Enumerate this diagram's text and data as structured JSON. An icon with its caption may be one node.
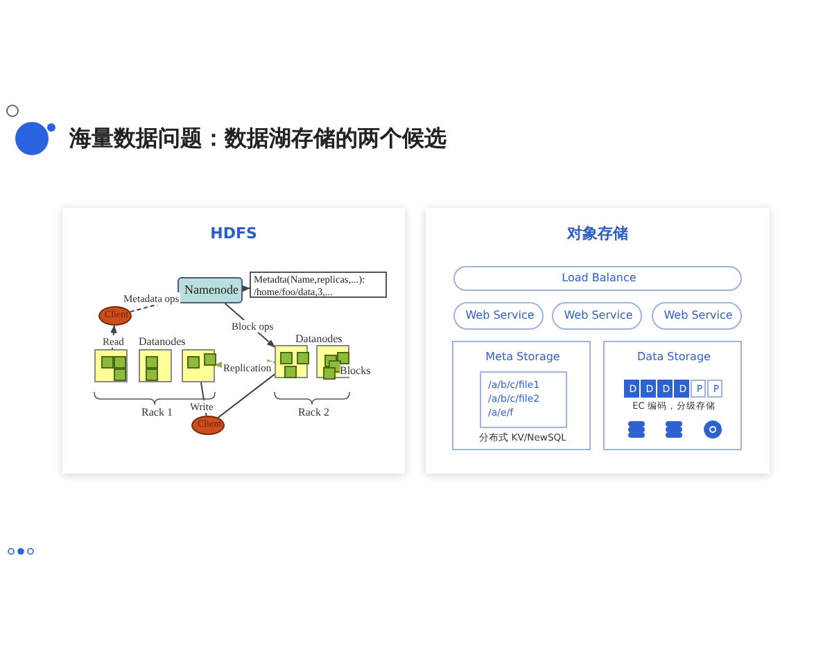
{
  "diagram": {
    "title": "海量数据问题：数据湖存储的两个候选",
    "nodes": [
      {
        "text": [
          "HDFS"
        ]
      },
      {
        "text": [
          "Namenode"
        ],
        "in": 0
      },
      {
        "text": [
          "Metadta(Name,replicas,...): /home/foo/data,3,..."
        ],
        "in": 0
      },
      {
        "text": [
          "Client"
        ],
        "in": 0
      },
      {
        "text": [],
        "shape": "box",
        "in": 0
      },
      {
        "text": [],
        "shape": "box",
        "in": 0
      },
      {
        "text": [],
        "shape": "box",
        "in": 0
      },
      {
        "text": [],
        "shape": "box",
        "in": 0
      },
      {
        "text": [],
        "shape": "box",
        "in": 0
      },
      {
        "text": [
          "Client"
        ],
        "in": 0
      },
      {
        "text": [
          "对象存储"
        ]
      },
      {
        "text": [
          "Load Balance"
        ],
        "in": 10
      },
      {
        "text": [
          "Web Service"
        ],
        "in": 10
      },
      {
        "text": [
          "Web Service"
        ],
        "in": 10
      },
      {
        "text": [
          "Web Service"
        ],
        "in": 10
      },
      {
        "text": [
          "Meta Storage",
          "分布式 KV/NewSQL"
        ],
        "in": 10
      },
      {
        "text": [
          "/a/b/c/file1 /a/b/c/file2 /a/e/f"
        ],
        "in": 15
      },
      {
        "text": [
          "Data Storage",
          "EC 编码，分级存储"
        ],
        "in": 10
      },
      {
        "text": [
          "D"
        ],
        "in": 17
      },
      {
        "text": [
          "D"
        ],
        "in": 17
      },
      {
        "text": [
          "D"
        ],
        "in": 17
      },
      {
        "text": [
          "D"
        ],
        "in": 17
      },
      {
        "text": [
          "P"
        ],
        "in": 17
      },
      {
        "text": [
          "P"
        ],
        "in": 17
      }
    ],
    "edges": [
      {
        "from": 3,
        "to": 1,
        "arrow": "to",
        "label": "Metadata ops",
        "style": "dashed"
      },
      {
        "from": 1,
        "to": 2,
        "arrow": "to"
      },
      {
        "from": 1,
        "to": 7,
        "arrow": "to",
        "label": "Block ops"
      },
      {
        "from": 4,
        "to": 3,
        "arrow": "to",
        "label": "Read"
      },
      {
        "from": 6,
        "to": 7,
        "arrow": "both",
        "label": "Replication",
        "style": "dashed",
        "color": "#9aa84a"
      },
      {
        "from": 9,
        "to": 6,
        "arrow": "none",
        "label": "Write"
      },
      {
        "from": 9,
        "to": 7,
        "arrow": "none"
      }
    ],
    "labels": [
      "Datanodes",
      "Datanodes",
      "Blocks",
      "Rack 1",
      "Rack 2"
    ]
  }
}
